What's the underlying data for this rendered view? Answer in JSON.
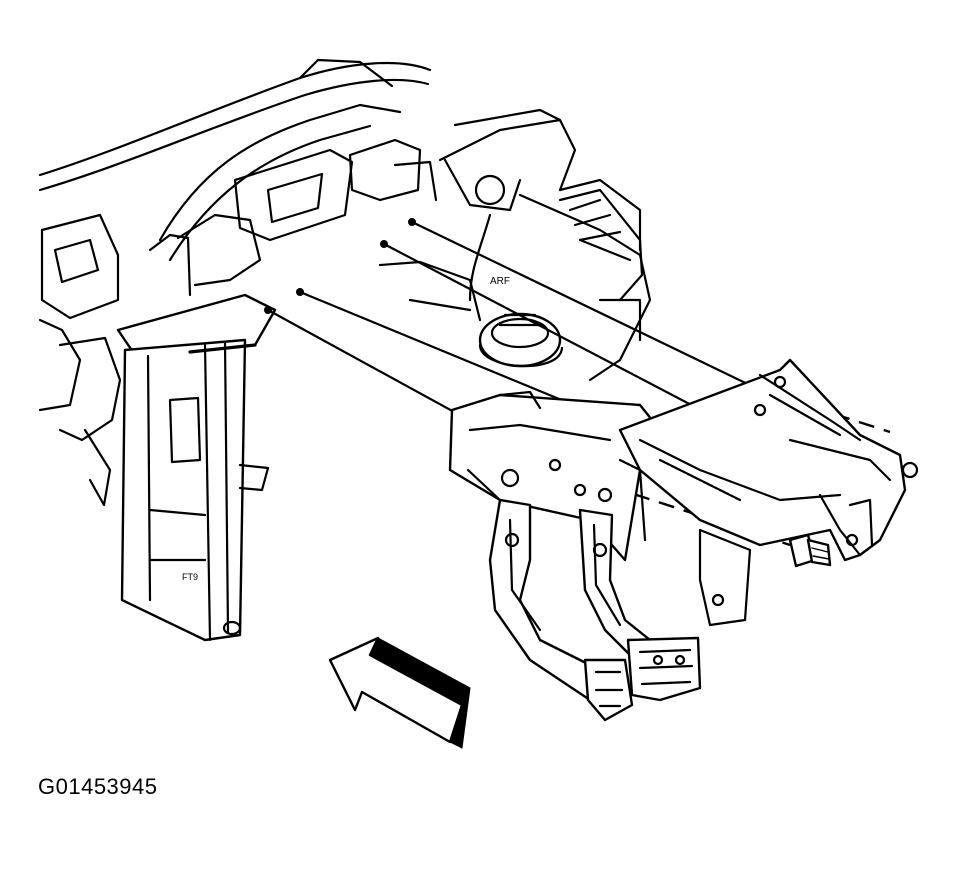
{
  "figure": {
    "id_label": "G01453945",
    "stamp_left": "FT9",
    "stamp_right": "ARF"
  },
  "colors": {
    "line": "#000000",
    "background": "#ffffff"
  }
}
